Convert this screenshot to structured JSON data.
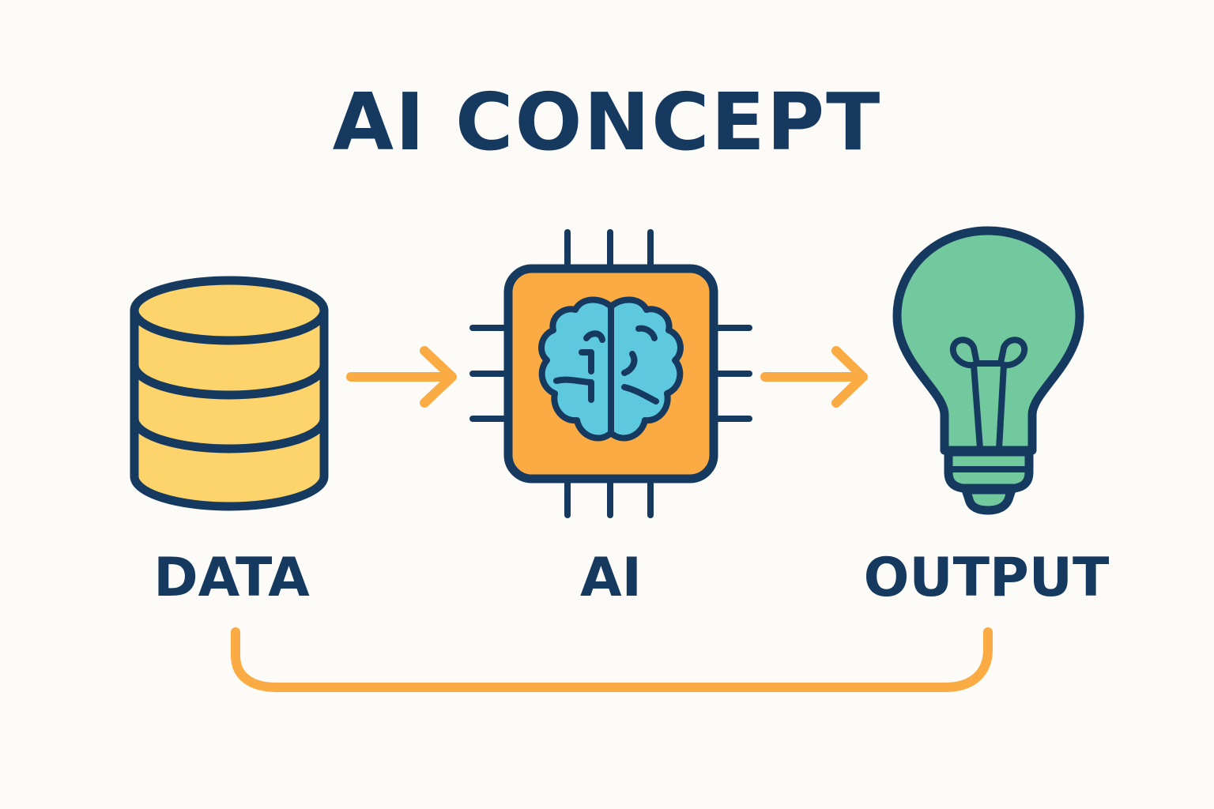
{
  "title": "AI CONCEPT",
  "nodes": [
    {
      "id": "data",
      "label": "DATA",
      "icon": "database-icon"
    },
    {
      "id": "ai",
      "label": "AI",
      "icon": "brain-chip-icon"
    },
    {
      "id": "output",
      "label": "OUTPUT",
      "icon": "lightbulb-icon"
    }
  ],
  "colors": {
    "outline": "#163a5f",
    "database": "#fdd36b",
    "chip": "#fbab44",
    "brain": "#5ec8de",
    "bulb": "#72c99e",
    "bulb_base": "#72c99e",
    "arrows": "#fbab44",
    "background": "#fcfbf7"
  }
}
